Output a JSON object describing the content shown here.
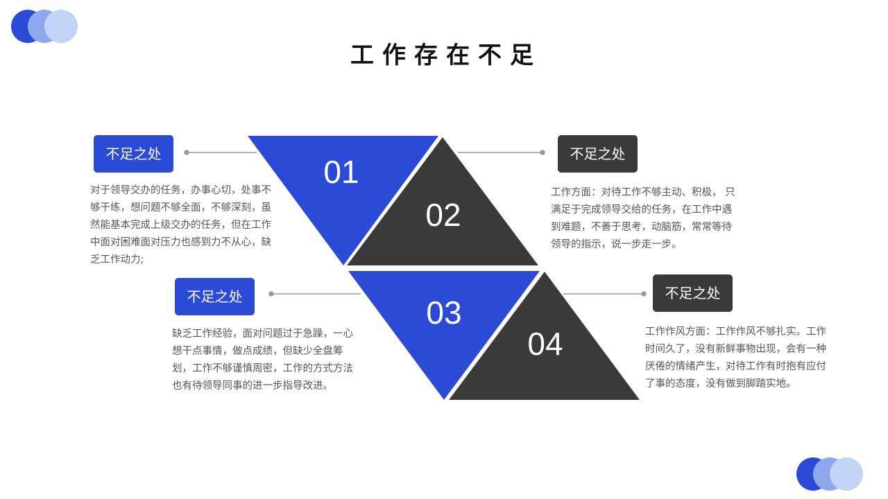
{
  "title": "工作存在不足",
  "colors": {
    "blue": "#2b4bd6",
    "dark": "#3a3a3a",
    "light_blue": "#8ea8ee",
    "pale_blue": "#c2d3f6"
  },
  "items": [
    {
      "number": "01",
      "label": "不足之处",
      "text": "对于领导交办的任务，办事心切，处事不够干练，想问题不够全面，不够深刻，虽然能基本完成上级交办的任务，但在工作中面对困难面对压力也感到力不从心，缺乏工作动力;"
    },
    {
      "number": "02",
      "label": "不足之处",
      "text": "工作方面：对待工作不够主动、积极， 只满足于完成领导交给的任务，在工作中遇到难题，不善于思考，动脑筋，常常等待领导的指示，说一步走一步。"
    },
    {
      "number": "03",
      "label": "不足之处",
      "text": "缺乏工作经验，面对问题过于急躁，一心想干点事情，做点成绩，但缺少全盘筹划，工作不够谨慎周密，工作的方式方法也有待领导同事的进一步指导改进。"
    },
    {
      "number": "04",
      "label": "不足之处",
      "text": "工作作风方面：工作作风不够扎实。工作时间久了，没有新鲜事物出现，会有一种厌倦的情绪产生，对待工作有时抱有应付了事的态度，没有做到脚踏实地。"
    }
  ]
}
